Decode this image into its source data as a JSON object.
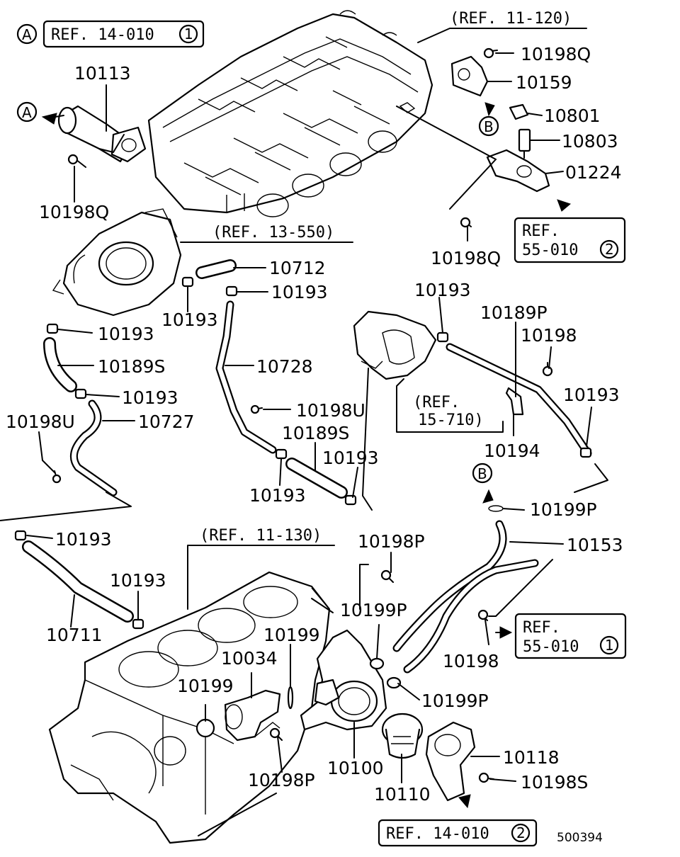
{
  "diagram_id": "500394",
  "callouts": [
    {
      "id": "c1",
      "text": "10113"
    },
    {
      "id": "c2",
      "text": "10198Q"
    },
    {
      "id": "c3",
      "text": "10198Q"
    },
    {
      "id": "c4",
      "text": "10198Q"
    },
    {
      "id": "c5",
      "text": "10159"
    },
    {
      "id": "c6",
      "text": "10801"
    },
    {
      "id": "c7",
      "text": "10803"
    },
    {
      "id": "c8",
      "text": "01224"
    },
    {
      "id": "c9",
      "text": "10712"
    },
    {
      "id": "c10",
      "text": "10193"
    },
    {
      "id": "c11",
      "text": "10193"
    },
    {
      "id": "c12",
      "text": "10193"
    },
    {
      "id": "c13",
      "text": "10189S"
    },
    {
      "id": "c14",
      "text": "10193"
    },
    {
      "id": "c15",
      "text": "10727"
    },
    {
      "id": "c16",
      "text": "10198U"
    },
    {
      "id": "c17",
      "text": "10728"
    },
    {
      "id": "c18",
      "text": "10198U"
    },
    {
      "id": "c19",
      "text": "10189S"
    },
    {
      "id": "c20",
      "text": "10193"
    },
    {
      "id": "c21",
      "text": "10193"
    },
    {
      "id": "c22",
      "text": "10193"
    },
    {
      "id": "c23",
      "text": "10189P"
    },
    {
      "id": "c24",
      "text": "10198"
    },
    {
      "id": "c25",
      "text": "10193"
    },
    {
      "id": "c26",
      "text": "10194"
    },
    {
      "id": "c27",
      "text": "10199P"
    },
    {
      "id": "c28",
      "text": "10153"
    },
    {
      "id": "c29",
      "text": "10193"
    },
    {
      "id": "c30",
      "text": "10193"
    },
    {
      "id": "c31",
      "text": "10711"
    },
    {
      "id": "c32",
      "text": "10198P"
    },
    {
      "id": "c33",
      "text": "10199P"
    },
    {
      "id": "c34",
      "text": "10199"
    },
    {
      "id": "c35",
      "text": "10034"
    },
    {
      "id": "c36",
      "text": "10199"
    },
    {
      "id": "c37",
      "text": "10198"
    },
    {
      "id": "c38",
      "text": "10199P"
    },
    {
      "id": "c39",
      "text": "10100"
    },
    {
      "id": "c40",
      "text": "10118"
    },
    {
      "id": "c41",
      "text": "10198S"
    },
    {
      "id": "c42",
      "text": "10110"
    },
    {
      "id": "c43",
      "text": "10198P"
    }
  ],
  "refs": {
    "r1": {
      "text": "REF. 14-010",
      "num": "1"
    },
    "r2": {
      "text": "(REF. 11-120)"
    },
    "r3": {
      "line1": "REF.",
      "line2": "55-010",
      "num": "2"
    },
    "r4": {
      "text": "(REF. 13-550)"
    },
    "r5": {
      "line1": "(REF.",
      "line2": "15-710)"
    },
    "r6": {
      "text": "(REF. 11-130)"
    },
    "r7": {
      "line1": "REF.",
      "line2": "55-010",
      "num": "1"
    },
    "r8": {
      "text": "REF. 14-010",
      "num": "2"
    }
  },
  "markers": {
    "a1": "A",
    "a2": "A",
    "b1": "B",
    "b2": "B"
  }
}
